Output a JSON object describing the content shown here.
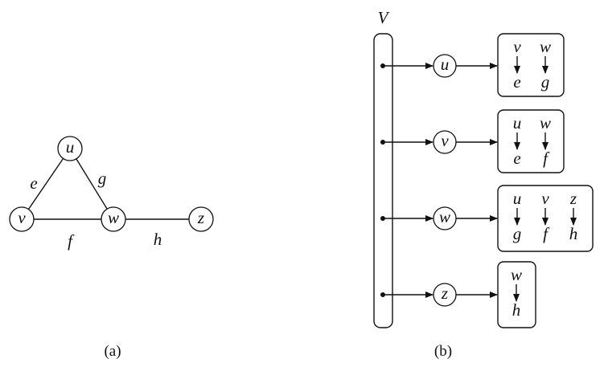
{
  "graph_a": {
    "caption": "(a)",
    "vertices": [
      {
        "id": "u",
        "label": "u"
      },
      {
        "id": "v",
        "label": "v"
      },
      {
        "id": "w",
        "label": "w"
      },
      {
        "id": "z",
        "label": "z"
      }
    ],
    "edges": [
      {
        "label": "e",
        "from": "u",
        "to": "v"
      },
      {
        "label": "g",
        "from": "u",
        "to": "w"
      },
      {
        "label": "f",
        "from": "v",
        "to": "w"
      },
      {
        "label": "h",
        "from": "w",
        "to": "z"
      }
    ]
  },
  "structure_b": {
    "caption": "(b)",
    "vertex_list_label": "V",
    "rows": [
      {
        "vertex": "u",
        "incidences": [
          {
            "neighbor": "v",
            "edge": "e"
          },
          {
            "neighbor": "w",
            "edge": "g"
          }
        ]
      },
      {
        "vertex": "v",
        "incidences": [
          {
            "neighbor": "u",
            "edge": "e"
          },
          {
            "neighbor": "w",
            "edge": "f"
          }
        ]
      },
      {
        "vertex": "w",
        "incidences": [
          {
            "neighbor": "u",
            "edge": "g"
          },
          {
            "neighbor": "v",
            "edge": "f"
          },
          {
            "neighbor": "z",
            "edge": "h"
          }
        ]
      },
      {
        "vertex": "z",
        "incidences": [
          {
            "neighbor": "w",
            "edge": "h"
          }
        ]
      }
    ]
  }
}
